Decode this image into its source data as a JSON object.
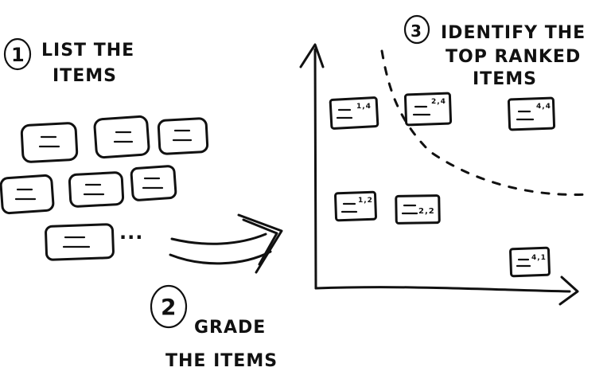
{
  "steps": [
    {
      "number": "1",
      "line1": "LIST THE",
      "line2": "ITEMS"
    },
    {
      "number": "2",
      "line1": "GRADE",
      "line2": "THE ITEMS"
    },
    {
      "number": "3",
      "line1": "IDENTIFY THE",
      "line2": "TOP RANKED",
      "line3": "ITEMS"
    }
  ],
  "ellipsis": "...",
  "graded_items": [
    {
      "tag": "1,4"
    },
    {
      "tag": "2,4"
    },
    {
      "tag": "4,4"
    },
    {
      "tag": "1,2"
    },
    {
      "tag": "2,2"
    },
    {
      "tag": "4,1"
    }
  ]
}
